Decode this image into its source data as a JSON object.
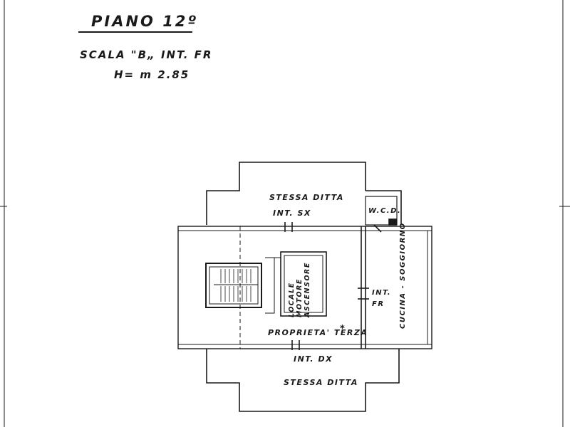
{
  "header": {
    "title": "PIANO 12º",
    "stair": "SCALA \"B„ INT. FR",
    "height": "H= m 2.85"
  },
  "labels": {
    "top_neighbor": "STESSA DITTA",
    "int_sx": "INT. SX",
    "wcd": "W.C.D.",
    "lift_room": [
      "LOCALE",
      "MOTORE",
      "ASCENSORE"
    ],
    "int_fr": [
      "INT.",
      "FR"
    ],
    "kitchen": "CUCINA - SOGGIORNO",
    "third_party": "PROPRIETA' TERZA",
    "int_dx": "INT. DX",
    "bottom_neighbor": "STESSA DITTA"
  },
  "colors": {
    "ink": "#1a1a1a",
    "paper": "#ffffff"
  }
}
